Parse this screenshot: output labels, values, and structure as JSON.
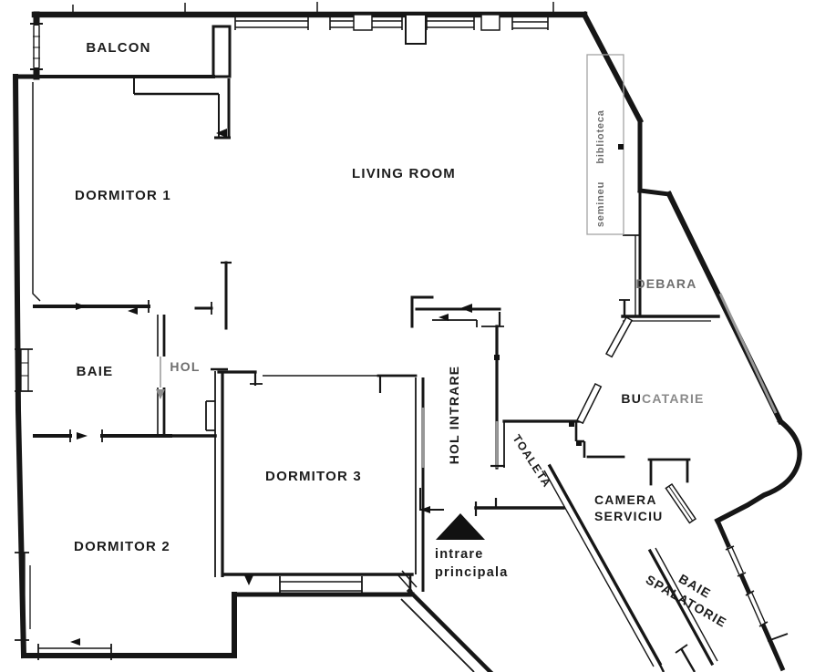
{
  "figure_type": "apartment-floor-plan",
  "colors": {
    "wall": "#161616",
    "gray_wall": "#979797",
    "text": "#1c1c1c",
    "gray_text": "#6e6e6e",
    "background": "#ffffff",
    "entrance_marker": "#111111"
  },
  "rooms": {
    "balcon": {
      "label": "BALCON"
    },
    "dormitor1": {
      "label": "DORMITOR 1"
    },
    "living_room": {
      "label": "LIVING ROOM"
    },
    "biblioteca": {
      "label": "biblioteca"
    },
    "semineu": {
      "label": "semineu"
    },
    "debara": {
      "label": "DEBARA"
    },
    "baie": {
      "label": "BAIE"
    },
    "hol": {
      "label": "HOL"
    },
    "bucatarie": {
      "part1": "BU",
      "part2": "CATARIE"
    },
    "hol_intrare": {
      "label": "HOL INTRARE"
    },
    "toaleta": {
      "label": "TOALETA"
    },
    "dormitor3": {
      "label": "DORMITOR 3"
    },
    "dormitor2": {
      "label": "DORMITOR 2"
    },
    "camera_serviciu": {
      "line1": "CAMERA",
      "line2": "SERVICIU"
    },
    "intrare_principala": {
      "line1": "intrare",
      "line2": "principala"
    },
    "baie_spalatorie": {
      "line1": "BAIE",
      "line2": "SPALATORIE"
    }
  }
}
